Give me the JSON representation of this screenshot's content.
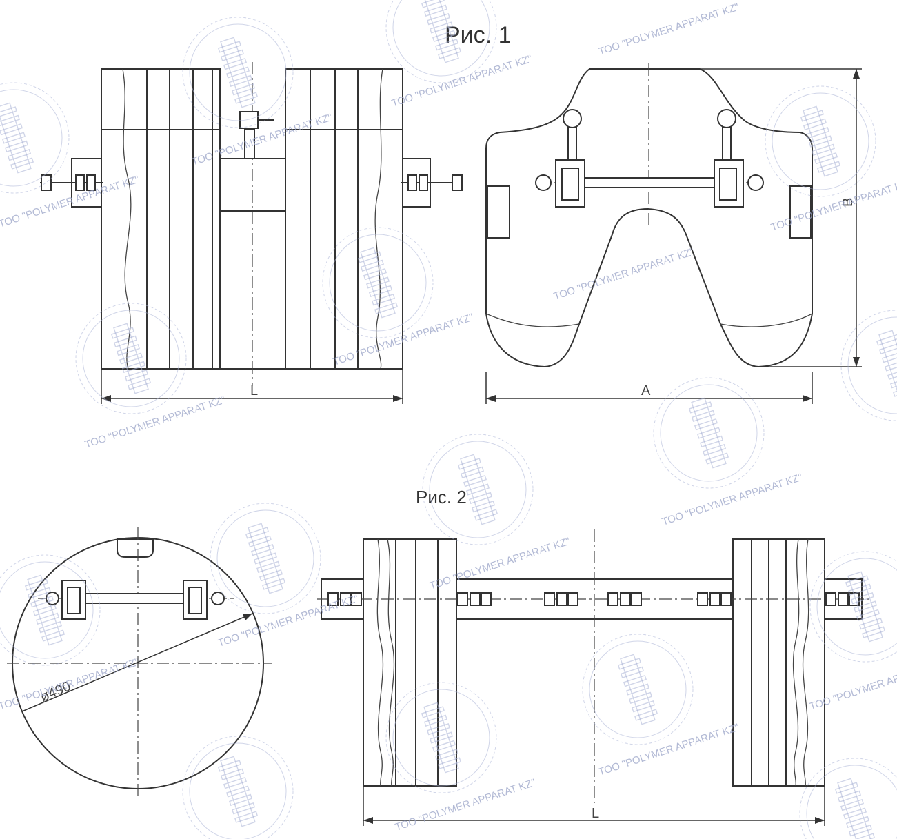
{
  "figures": {
    "fig1": {
      "title": "Рис. 1",
      "left_dimension": "L",
      "right_dimension_horizontal": "A",
      "right_dimension_vertical": "B"
    },
    "fig2": {
      "title": "Рис. 2",
      "diameter_label": "ø490",
      "length_dimension": "L"
    }
  },
  "watermark": {
    "text": "ТОО \"POLYMER   APPARAT KZ\"",
    "icon": "insulator-stamp-icon",
    "color": "#aab3d6"
  },
  "colors": {
    "line": "#333333",
    "background": "#ffffff"
  }
}
